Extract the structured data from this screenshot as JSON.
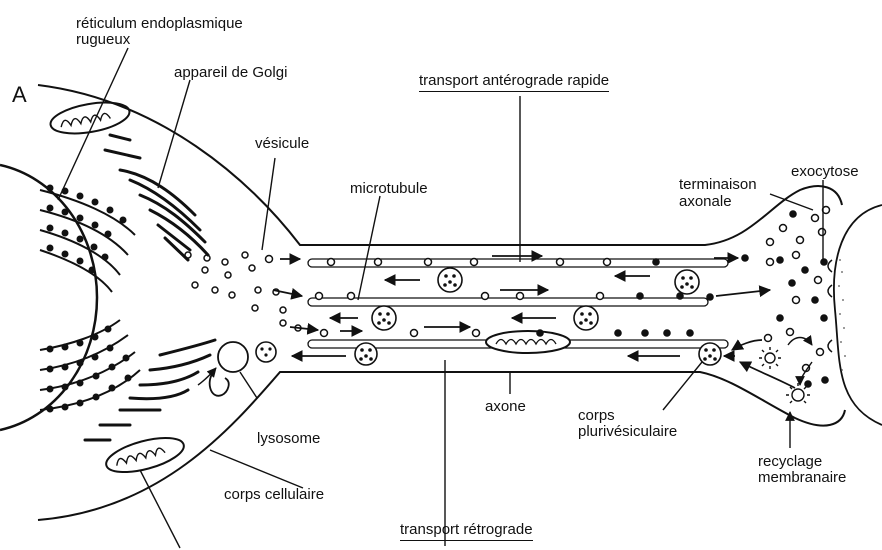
{
  "figure": {
    "panel_letter": "A",
    "labels": {
      "rer_line1": "réticulum endoplasmique",
      "rer_line2": "rugueux",
      "golgi": "appareil de Golgi",
      "vesicule": "vésicule",
      "microtubule": "microtubule",
      "fast_anterograde": "transport antérograde rapide",
      "axon_terminal_line1": "terminaison",
      "axon_terminal_line2": "axonale",
      "exocytose": "exocytose",
      "lysosome": "lysosome",
      "axone": "axone",
      "mvb_line1": "corps",
      "mvb_line2": "plurivésiculaire",
      "membrane_recycling_line1": "recyclage",
      "membrane_recycling_line2": "membranaire",
      "cell_body": "corps cellulaire",
      "retrograde": "transport rétrograde"
    }
  },
  "colors": {
    "ink": "#111111",
    "background": "#ffffff"
  }
}
